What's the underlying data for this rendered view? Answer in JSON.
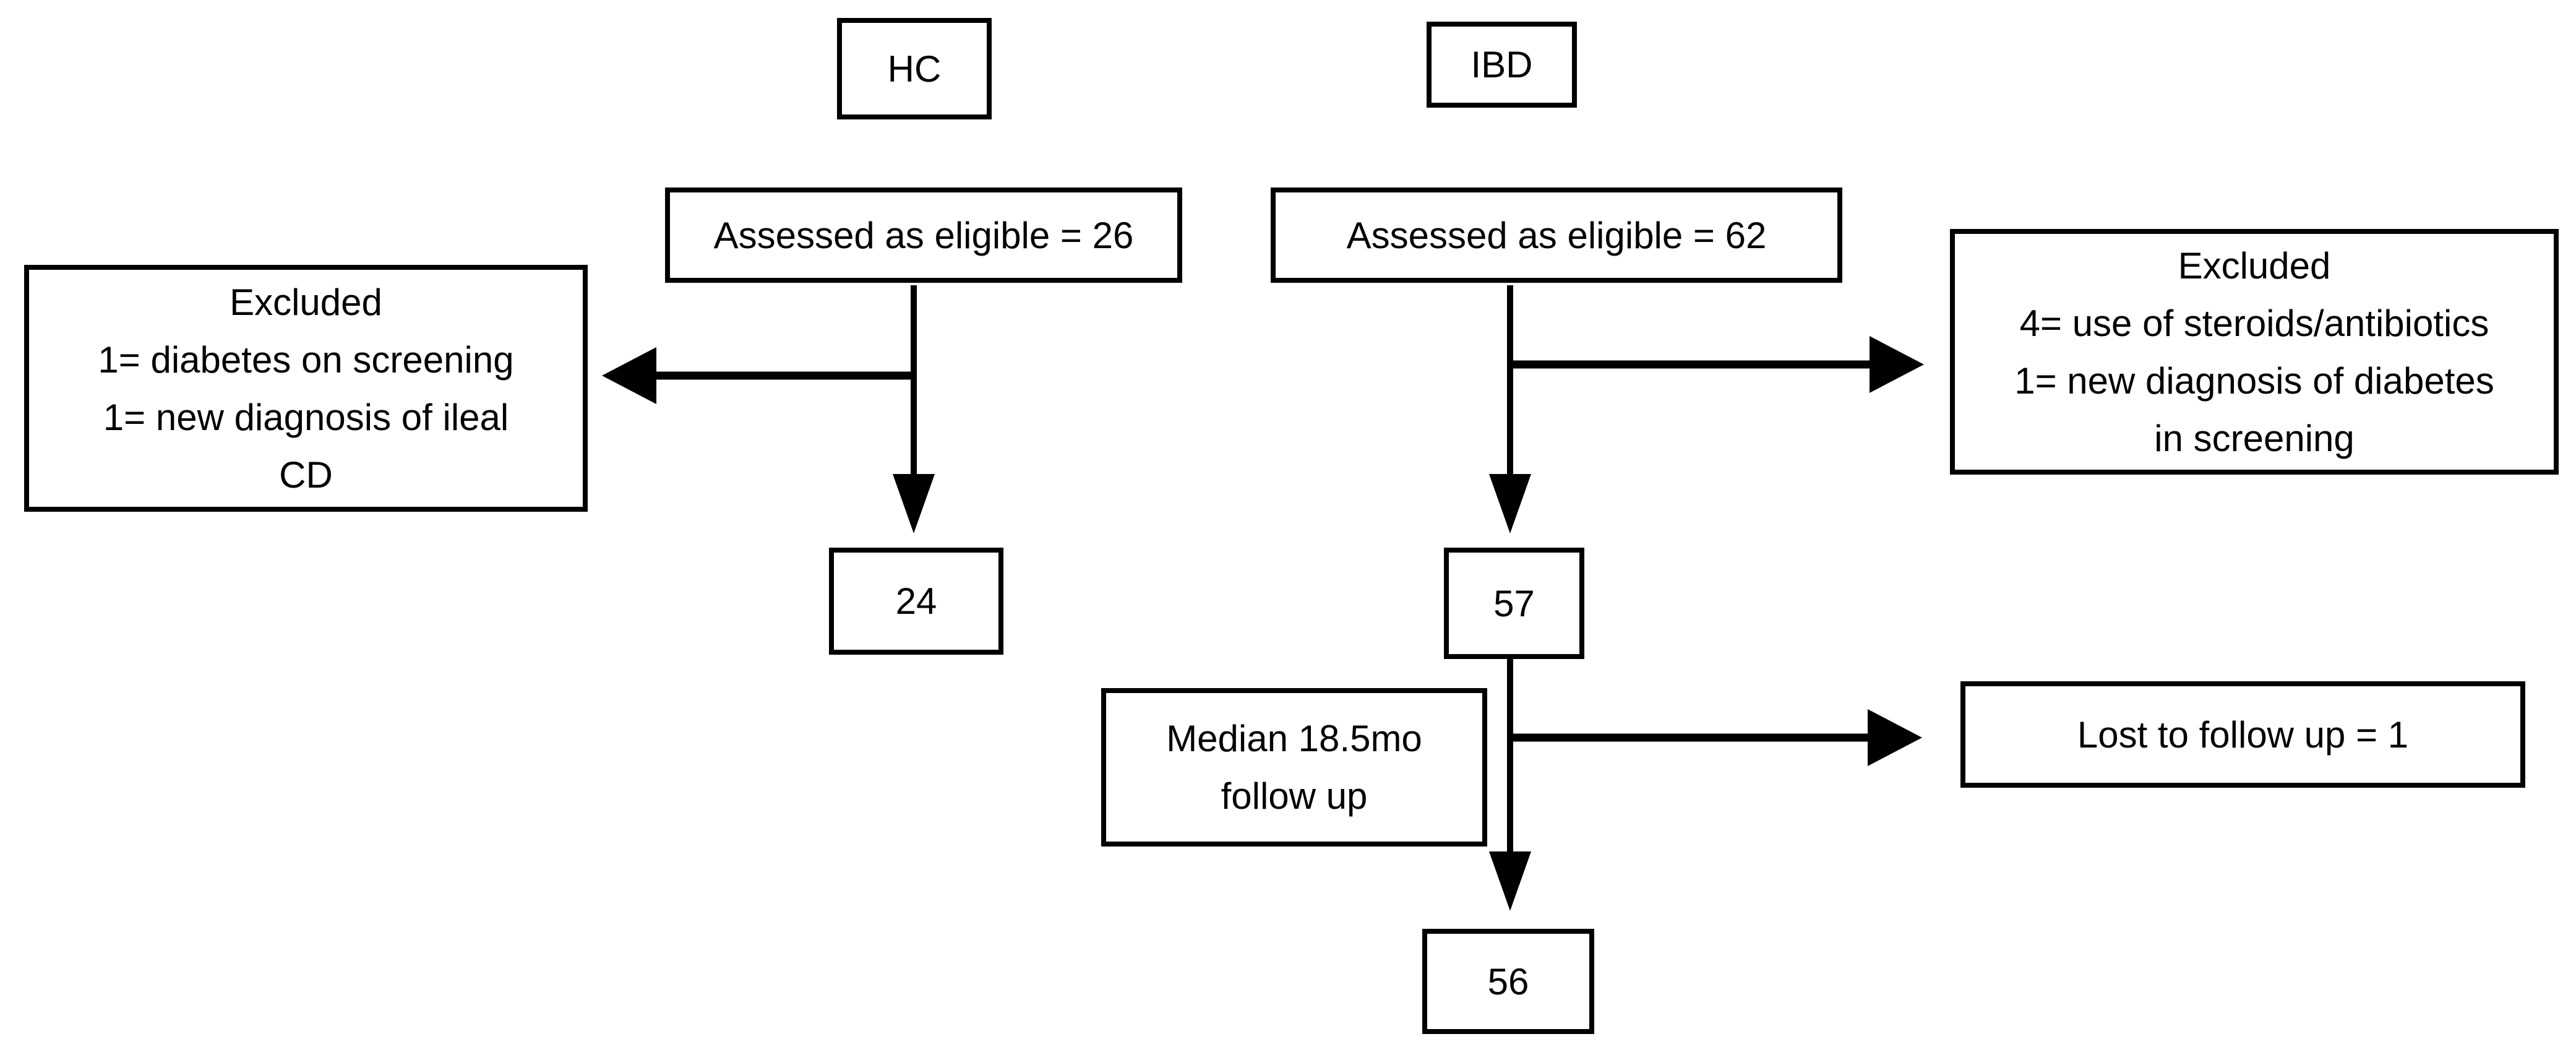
{
  "figure": {
    "background_color": "#ffffff",
    "line_color": "#000000",
    "box_border_color": "#000000",
    "text_color": "#000000"
  },
  "nodes": {
    "hc": {
      "label": "HC"
    },
    "ibd": {
      "label": "IBD"
    },
    "assessed_hc": {
      "label": "Assessed as eligible = 26"
    },
    "assessed_ibd": {
      "label": "Assessed as eligible = 62"
    },
    "excluded_hc": {
      "lines": [
        "Excluded",
        "1= diabetes on screening",
        "1= new diagnosis of ileal",
        "CD"
      ]
    },
    "excluded_ibd": {
      "lines": [
        "Excluded",
        "4= use of steroids/antibiotics",
        "1= new diagnosis of diabetes",
        "in screening"
      ]
    },
    "count_hc": {
      "label": "24"
    },
    "count_ibd": {
      "label": "57"
    },
    "median_followup": {
      "lines": [
        "Median 18.5mo",
        "follow up"
      ]
    },
    "lost_followup": {
      "label": "Lost to follow up = 1"
    },
    "count_ibd_final": {
      "label": "56"
    }
  }
}
